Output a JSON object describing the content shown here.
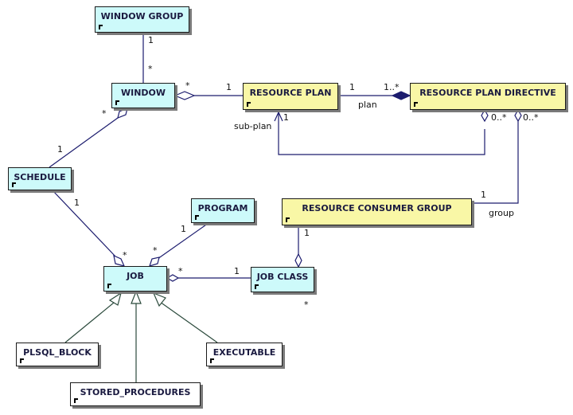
{
  "diagram": {
    "colors": {
      "entity_cyan": "#cdfafa",
      "entity_yellow": "#f9f7a6",
      "line_dark": "#1c1c6e",
      "line_green": "#2b4a3c"
    },
    "entities": {
      "window_group": "WINDOW GROUP",
      "window": "WINDOW",
      "schedule": "SCHEDULE",
      "resource_plan": "RESOURCE PLAN",
      "resource_plan_directive": "RESOURCE PLAN DIRECTIVE",
      "resource_consumer_group": "RESOURCE CONSUMER GROUP",
      "program": "PROGRAM",
      "job": "JOB",
      "job_class": "JOB CLASS",
      "plsql_block": "PLSQL_BLOCK",
      "executable": "EXECUTABLE",
      "stored_procedures": "STORED_PROCEDURES"
    },
    "labels": {
      "wg_win_1": "1",
      "wg_win_many": "*",
      "win_plan_many": "*",
      "win_plan_1": "1",
      "plan_dir_1": "1",
      "plan_dir_many": "1..*",
      "plan_role": "plan",
      "subplan_role": "sub-plan",
      "subplan_1": "1",
      "dir_subplan_many": "0..*",
      "dir_group_many": "0..*",
      "group_1": "1",
      "group_role": "group",
      "win_sched_many": "*",
      "win_sched_1": "1",
      "sched_job_1": "1",
      "sched_job_many": "*",
      "prog_job_1": "1",
      "prog_job_many": "*",
      "job_class_many": "*",
      "job_class_1": "1",
      "rcg_class_1": "1",
      "class_extra_many": "*"
    }
  }
}
